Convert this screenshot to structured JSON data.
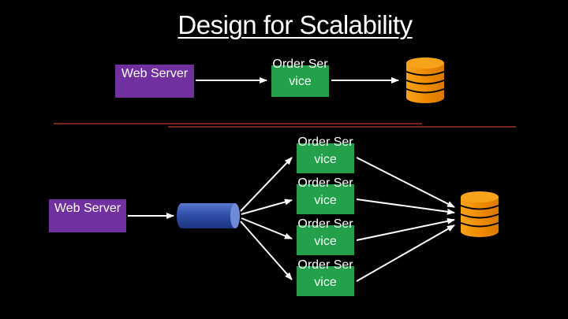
{
  "title": "Design for Scalability",
  "top": {
    "web_server": "Web Server",
    "order_service": "Order Service"
  },
  "bottom": {
    "web_server": "Web Server",
    "order_services": [
      "Order Service",
      "Order Service",
      "Order Service",
      "Order Service"
    ]
  },
  "colors": {
    "background": "#000000",
    "web_server": "#7030a0",
    "order_service": "#22a04a",
    "database": "#f08c00",
    "queue": "#2f4fa8",
    "divider": "#c0392b",
    "arrow": "#ffffff"
  },
  "icons": {
    "database": "database-icon",
    "queue": "queue-cylinder-icon"
  }
}
